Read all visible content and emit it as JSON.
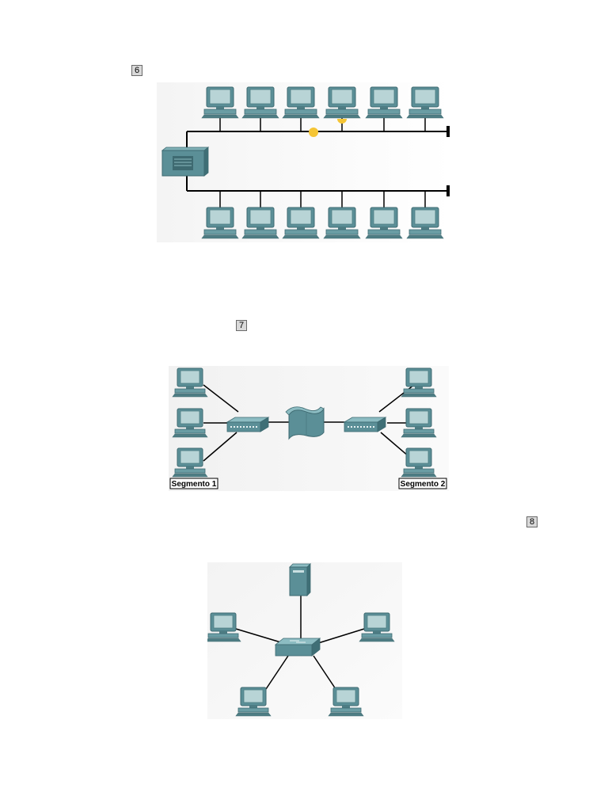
{
  "figure6": {
    "number": "6",
    "top_computers": 6,
    "bottom_computers": 6,
    "collision_marker_color": "#f5c535"
  },
  "figure7": {
    "number": "7",
    "segment_left_label": "Segmento 1",
    "segment_right_label": "Segmento 2"
  },
  "figure8": {
    "number": "8"
  },
  "colors": {
    "device_teal": "#5b8f97",
    "screen": "#b8d4d6",
    "cable": "#000000",
    "panel_bg": "#f2f2f2"
  }
}
